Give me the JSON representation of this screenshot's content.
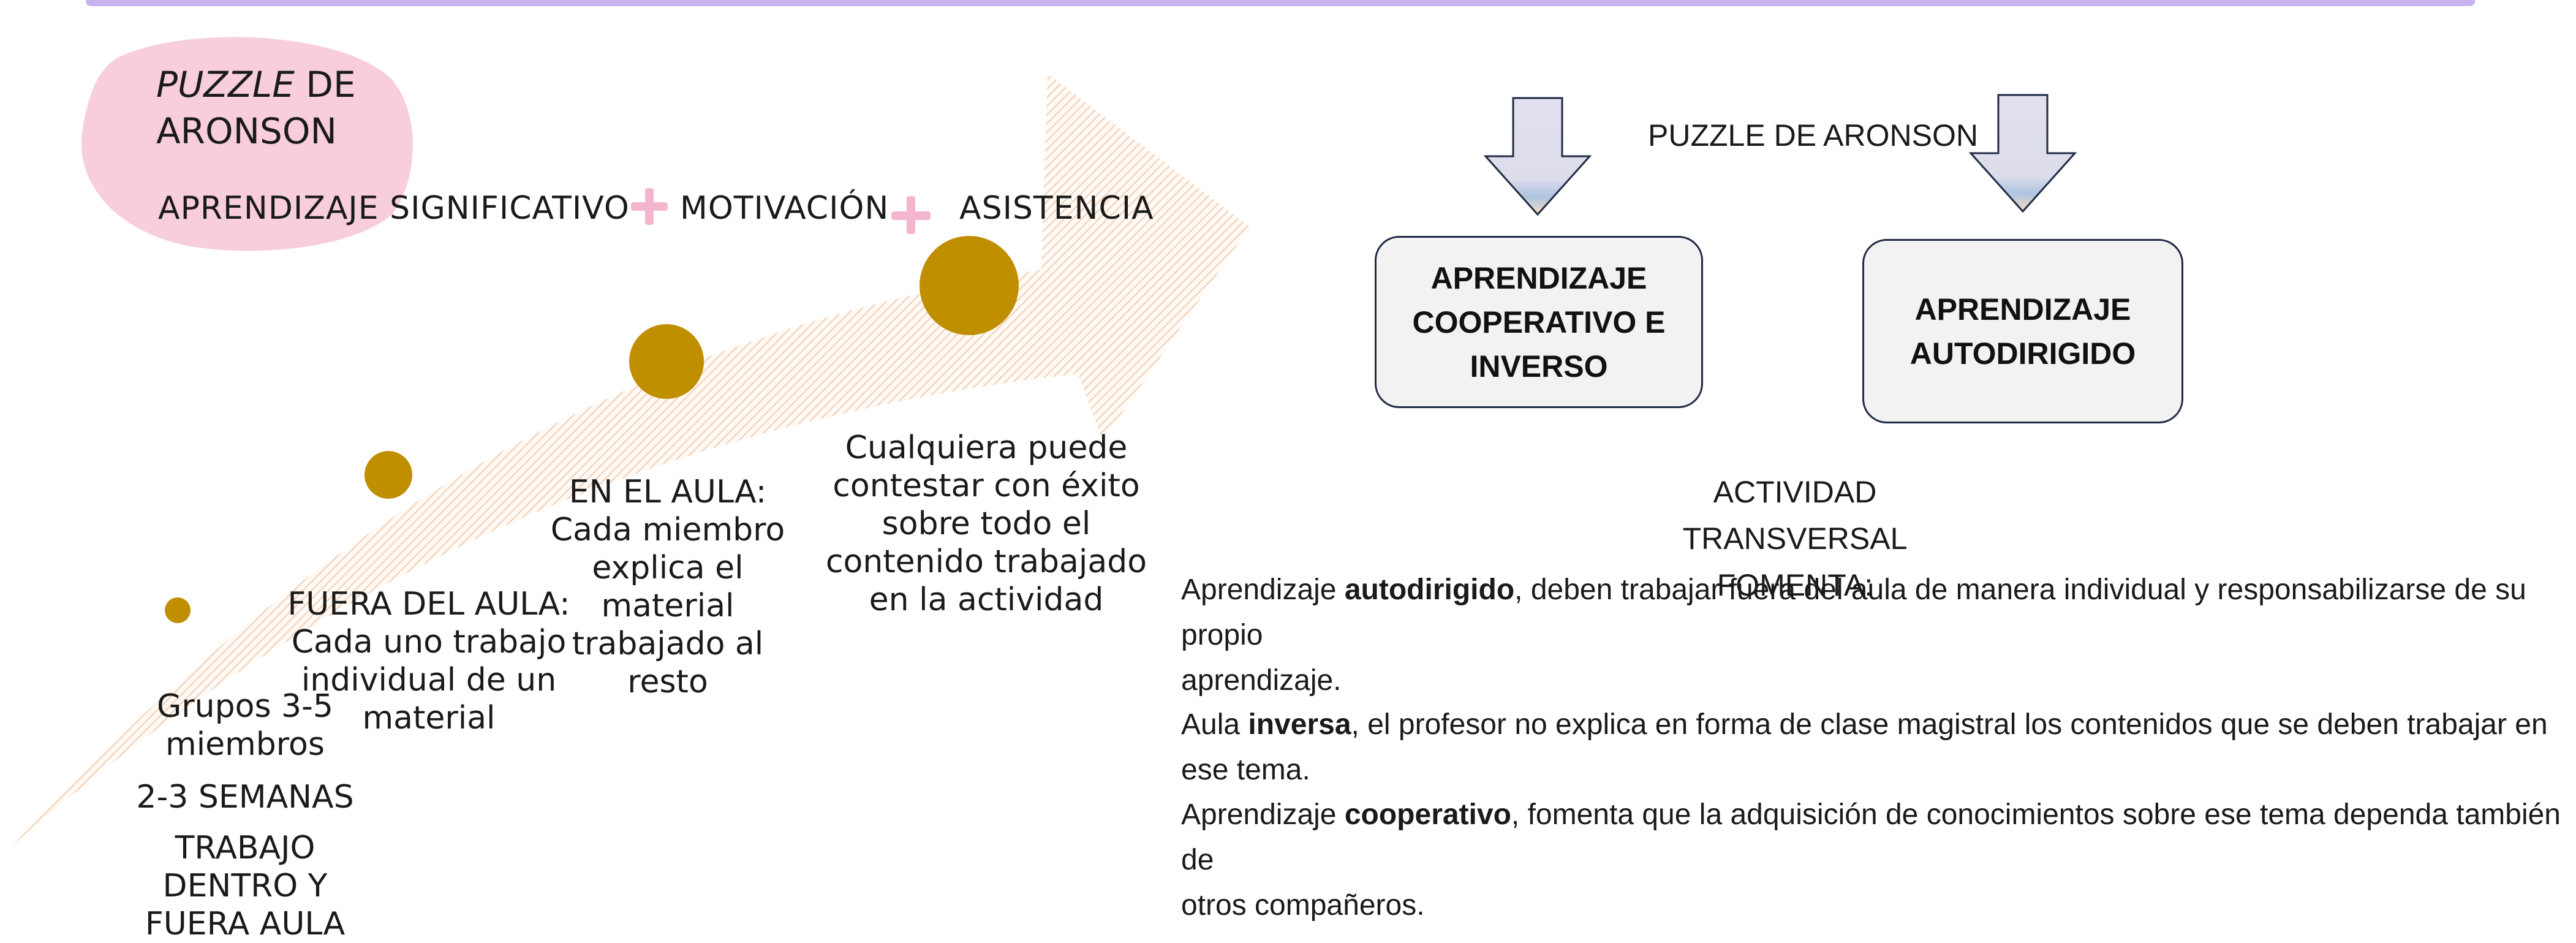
{
  "title": {
    "italic": "PUZZLE",
    "rest": " DE",
    "line2": "ARONSON"
  },
  "band": {
    "item1": "APRENDIZAJE SIGNIFICATIVO",
    "item2": "MOTIVACIÓN",
    "item3": "ASISTENCIA"
  },
  "steps": [
    {
      "lines": [
        "Grupos 3-5",
        "miembros"
      ]
    },
    {
      "lines": [
        "2-3 SEMANAS"
      ]
    },
    {
      "lines": [
        "TRABAJO",
        "DENTRO Y",
        "FUERA AULA"
      ]
    },
    {
      "heading": "FUERA DEL AULA:",
      "lines": [
        "Cada uno trabajo",
        "individual de un",
        "material"
      ]
    },
    {
      "heading": "EN EL AULA:",
      "lines": [
        "Cada miembro",
        "explica el",
        "material",
        "trabajado al",
        "resto"
      ]
    },
    {
      "lines": [
        "Cualquiera puede",
        "contestar con éxito",
        "sobre todo el",
        "contenido trabajado",
        "en la actividad"
      ]
    }
  ],
  "diagram": {
    "center_title": "PUZZLE DE ARONSON",
    "box_left": [
      "APRENDIZAJE",
      "COOPERATIVO E",
      "INVERSO"
    ],
    "box_right": [
      "APRENDIZAJE",
      "AUTODIRIGIDO"
    ],
    "activity_line1": "ACTIVIDAD TRANSVERSAL",
    "activity_line2": "FOMENTA:"
  },
  "paragraphs": [
    {
      "prefix": "Aprendizaje ",
      "bold": "autodirigido",
      "rest": ", deben trabajar fuera del aula de manera individual y responsabilizarse de su propio",
      "line2": "aprendizaje."
    },
    {
      "prefix": "Aula ",
      "bold": "inversa",
      "rest": ", el profesor no explica en forma de clase magistral los contenidos que se deben trabajar en ese tema.",
      "line2": ""
    },
    {
      "prefix": "Aprendizaje ",
      "bold": "cooperativo",
      "rest": ", fomenta que la adquisición de conocimientos sobre ese tema dependa también de",
      "line2": "otros compañeros."
    }
  ],
  "colors": {
    "gold": "#bf8f00",
    "pink_blob": "#f6c3d6",
    "plus": "#f4b6cf",
    "arrow_hatch": "#f2c9a8",
    "box_border": "#1f2a44",
    "topbar": "#c9b3ef"
  }
}
